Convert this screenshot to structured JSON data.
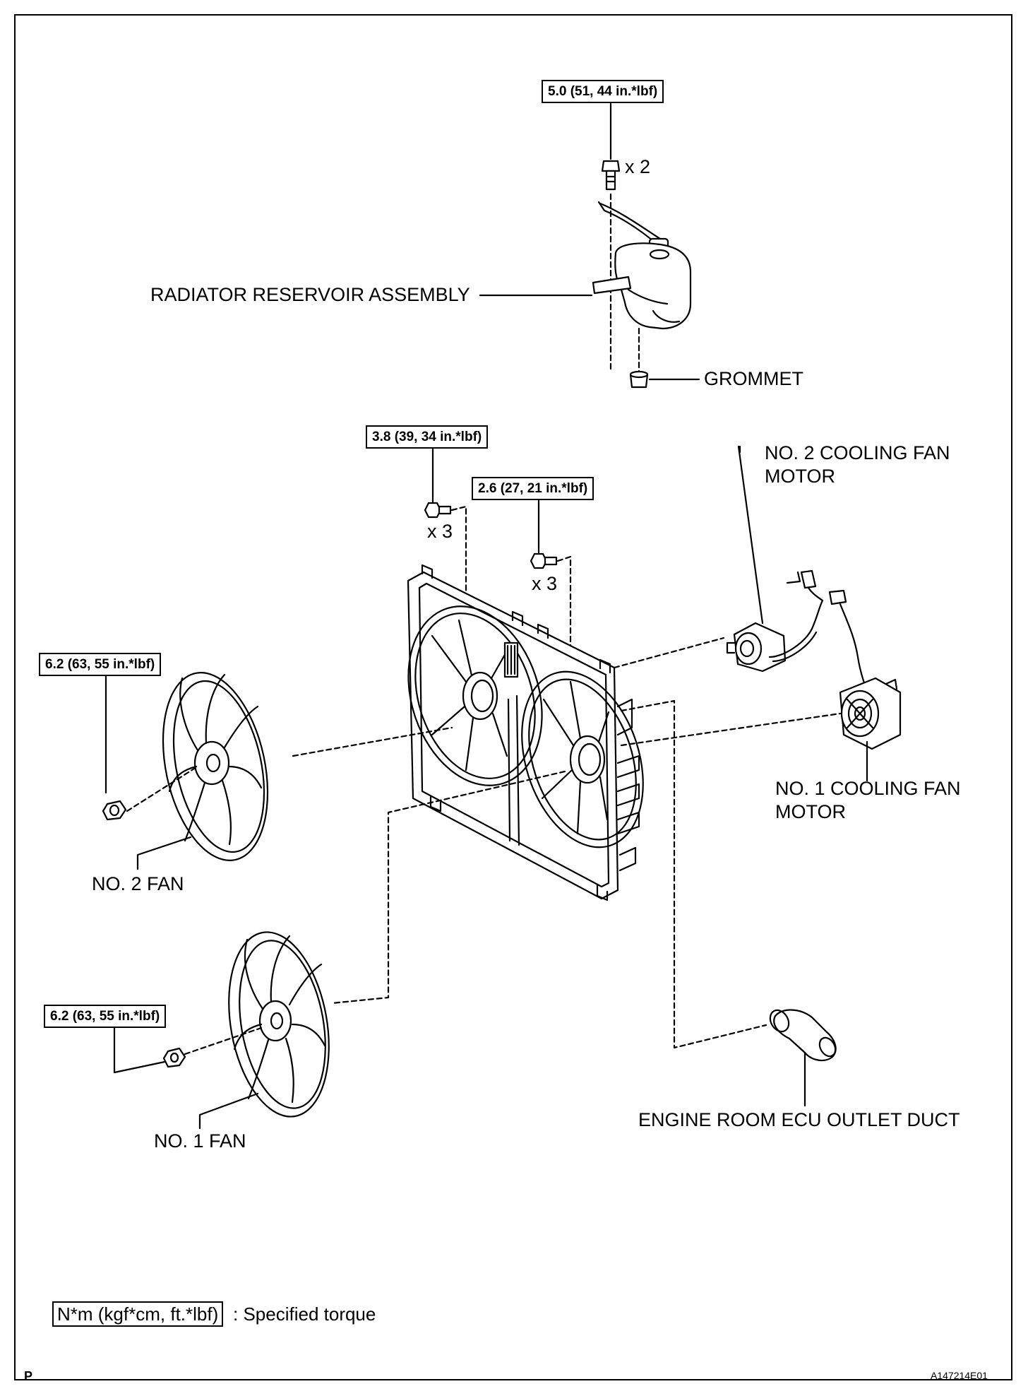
{
  "torques": {
    "reservoir_bolt": "5.0 (51, 44 in.*lbf)",
    "shroud_bolt_left": "3.8 (39, 34 in.*lbf)",
    "shroud_bolt_right": "2.6 (27, 21 in.*lbf)",
    "no2_fan_nut": "6.2 (63, 55 in.*lbf)",
    "no1_fan_nut": "6.2 (63, 55 in.*lbf)"
  },
  "quantities": {
    "reservoir_bolts": "x 2",
    "shroud_bolts_left": "x 3",
    "shroud_bolts_right": "x 3"
  },
  "labels": {
    "reservoir": "RADIATOR RESERVOIR ASSEMBLY",
    "grommet": "GROMMET",
    "no2_motor_line1": "NO. 2 COOLING FAN",
    "no2_motor_line2": "MOTOR",
    "no1_motor_line1": "NO. 1 COOLING FAN",
    "no1_motor_line2": "MOTOR",
    "no2_fan": "NO. 2 FAN",
    "no1_fan": "NO. 1 FAN",
    "ecu_duct": "ENGINE ROOM ECU OUTLET DUCT"
  },
  "legend": {
    "unit": "N*m (kgf*cm, ft.*lbf)",
    "description": ": Specified torque"
  },
  "corner": {
    "left": "P",
    "right": "A147214E01"
  }
}
